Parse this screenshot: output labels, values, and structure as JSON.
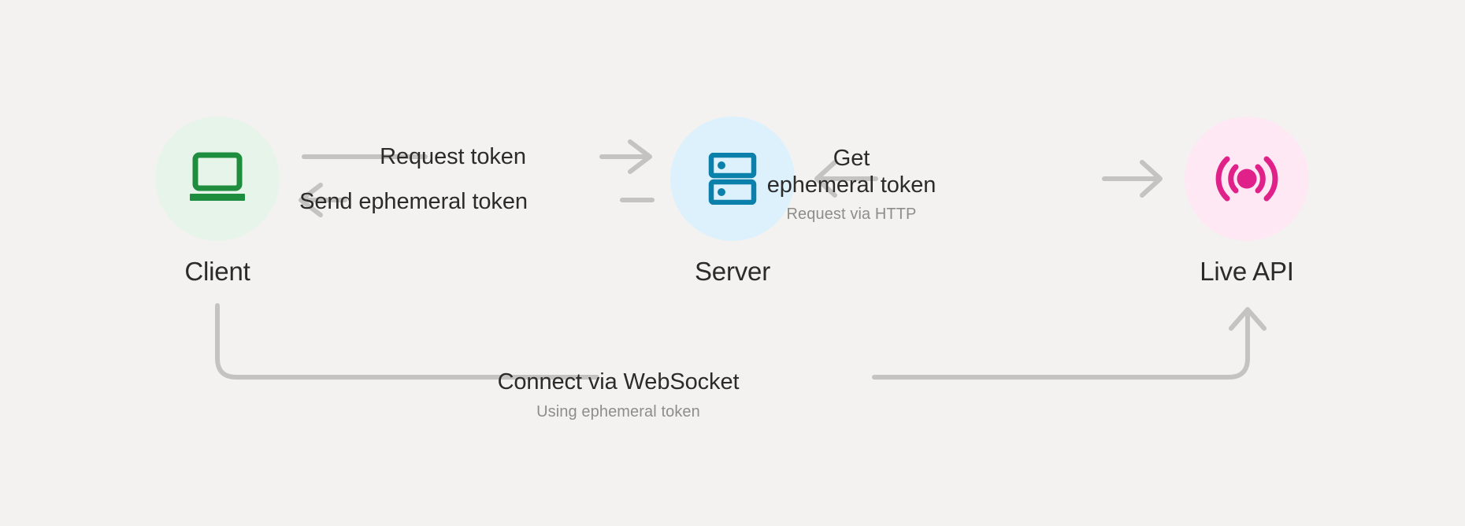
{
  "diagram": {
    "background_color": "#f3f2f0",
    "text_color": "#2b2b2b",
    "muted_text_color": "#8f8d8a",
    "connector_color": "#c4c3c1",
    "nodes": [
      {
        "id": "client",
        "label": "Client",
        "icon": "laptop-icon",
        "icon_color": "#1e8e3e",
        "circle_color": "#e6f4ea"
      },
      {
        "id": "server",
        "label": "Server",
        "icon": "server-icon",
        "icon_color": "#0b80ab",
        "circle_color": "#ddf1fd"
      },
      {
        "id": "live-api",
        "label": "Live API",
        "icon": "broadcast-icon",
        "icon_color": "#e0218a",
        "circle_color": "#fde8f3"
      }
    ],
    "edges": [
      {
        "id": "request-token",
        "label": "Request token",
        "sublabel": "",
        "from": "client",
        "to": "server",
        "direction": "right"
      },
      {
        "id": "send-ephemeral-token",
        "label": "Send ephemeral token",
        "sublabel": "",
        "from": "server",
        "to": "client",
        "direction": "left"
      },
      {
        "id": "get-ephemeral-token",
        "label_line1": "Get",
        "label_line2": "ephemeral token",
        "sublabel": "Request via HTTP",
        "from": "server",
        "to": "live-api",
        "direction": "both"
      },
      {
        "id": "connect-websocket",
        "label": "Connect via WebSocket",
        "sublabel": "Using ephemeral token",
        "from": "client",
        "to": "live-api",
        "direction": "right"
      }
    ]
  }
}
